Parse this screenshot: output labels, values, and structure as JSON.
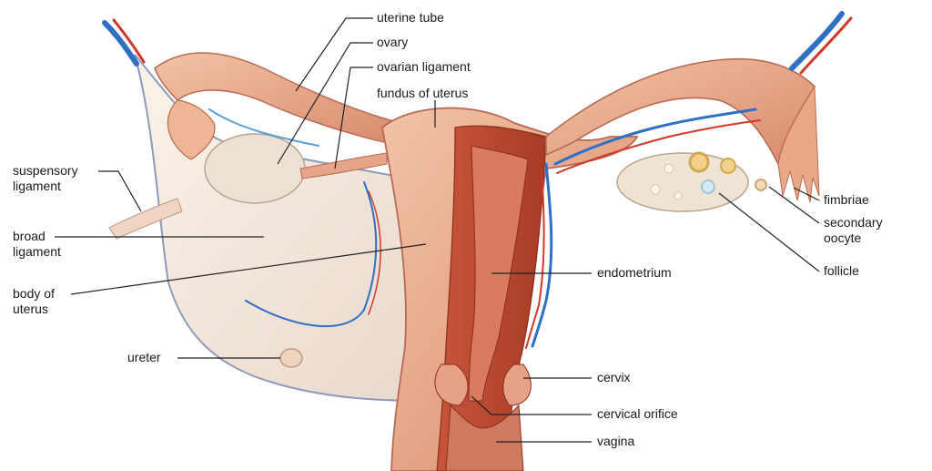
{
  "labels": {
    "uterine_tube": "uterine tube",
    "ovary": "ovary",
    "ovarian_ligament": "ovarian ligament",
    "fundus_of_uterus": "fundus of uterus",
    "suspensory_ligament": [
      "suspensory",
      "ligament"
    ],
    "broad_ligament": [
      "broad",
      "ligament"
    ],
    "body_of_uterus": [
      "body of",
      "uterus"
    ],
    "ureter": "ureter",
    "fimbriae": "fimbriae",
    "secondary_oocyte": [
      "secondary",
      "oocyte"
    ],
    "follicle": "follicle",
    "endometrium": "endometrium",
    "cervix": "cervix",
    "cervical_orifice": "cervical orifice",
    "vagina": "vagina"
  },
  "colors": {
    "tissue": "#e8a98a",
    "tissue_dark": "#c9664a",
    "muscle": "#b8452c",
    "ligament": "#f1e6dc",
    "ovary": "#e9dccb",
    "vein": "#2f6fc4",
    "artery": "#d2382a"
  }
}
